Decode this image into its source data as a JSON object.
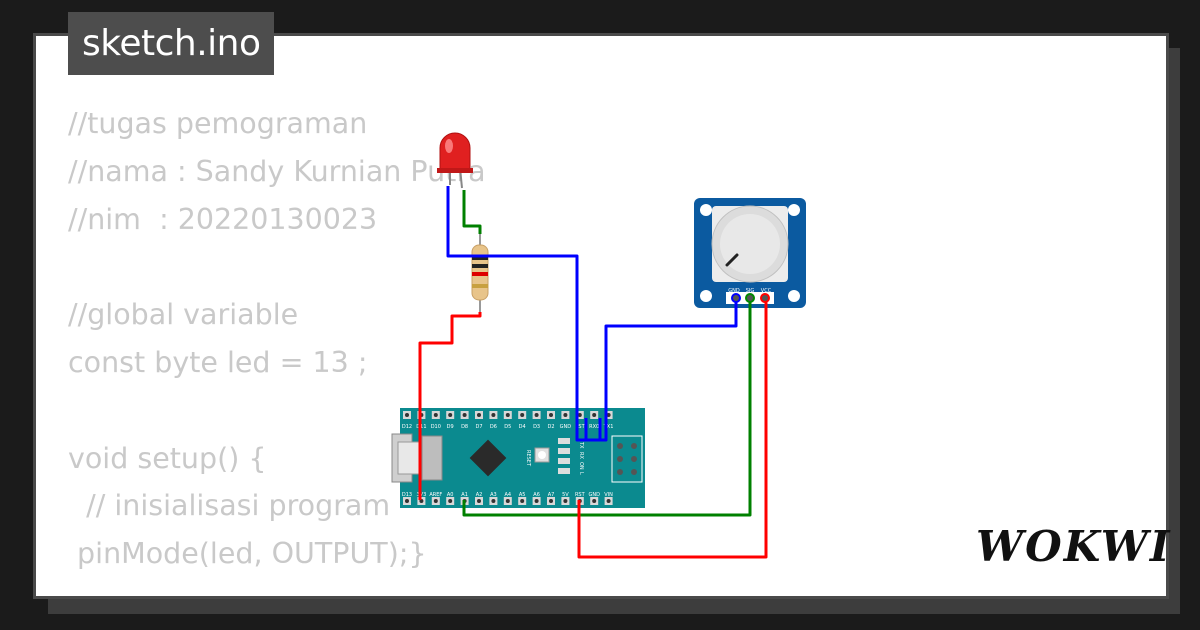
{
  "project": {
    "filename": "sketch.ino"
  },
  "code_lines": [
    "//tugas pemograman",
    "//nama : Sandy Kurnian Putra",
    "//nim  : 20220130023",
    "",
    "//global variable",
    "const byte led = 13 ;",
    "",
    "void setup() {",
    "  // inisialisasi program",
    " pinMode(led, OUTPUT);}"
  ],
  "brand": {
    "name": "WOKWI"
  },
  "board": {
    "top_pins": [
      "D12",
      "D11",
      "D10",
      "D9",
      "D8",
      "D7",
      "D6",
      "D5",
      "D4",
      "D3",
      "D2",
      "GND",
      "RST",
      "RX0",
      "TX1"
    ],
    "bottom_pins": [
      "D13",
      "3V3",
      "AREF",
      "A0",
      "A1",
      "A2",
      "A3",
      "A4",
      "A5",
      "A6",
      "A7",
      "5V",
      "RST",
      "GND",
      "VIN"
    ],
    "reset_label": "RESET",
    "led_labels": [
      "TX",
      "RX",
      "ON",
      "L"
    ]
  },
  "potentiometer": {
    "pins": [
      "GND",
      "SIG",
      "VCC"
    ]
  },
  "wire_colors": {
    "blue": "#0000ff",
    "green": "#008000",
    "red": "#ff0000"
  },
  "colors": {
    "board": "#0b8a8f",
    "pot_board": "#0b5aa0",
    "led": "#e02020"
  }
}
